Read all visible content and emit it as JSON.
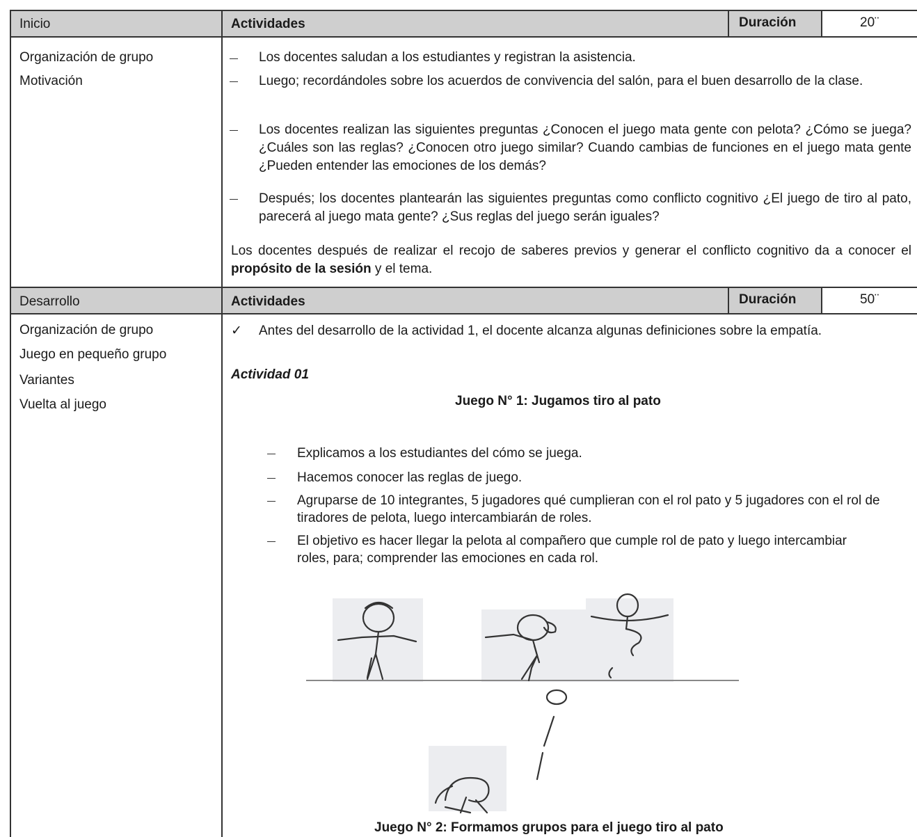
{
  "inicio": {
    "phase": "Inicio",
    "activities_label": "Actividades",
    "duration_label": "Duración",
    "duration_value": "20¨",
    "left_items": [
      "Organización de grupo",
      "Motivación"
    ],
    "bullets": [
      "Los docentes saludan a los estudiantes y registran la asistencia.",
      "Luego; recordándoles sobre los acuerdos de convivencia del salón, para el buen desarrollo de la clase.",
      "Los docentes realizan las siguientes preguntas ¿Conocen el juego mata gente con pelota? ¿Cómo se juega? ¿Cuáles son las reglas? ¿Conocen otro juego similar? Cuando cambias de funciones en el juego mata gente ¿Pueden entender las emociones de los demás?",
      "Después; los docentes plantearán las siguientes preguntas como conflicto cognitivo ¿El juego de tiro al pato, parecerá al juego mata gente? ¿Sus reglas del juego serán iguales?"
    ],
    "closing_before": "Los docentes después de realizar el recojo de saberes previos y generar el conflicto cognitivo da a conocer el ",
    "closing_bold": "propósito de la sesión",
    "closing_after": " y el tema."
  },
  "desarrollo": {
    "phase": "Desarrollo",
    "activities_label": "Actividades",
    "duration_label": "Duración",
    "duration_value": "50¨",
    "left_items": [
      "Organización de grupo",
      "Juego en pequeño grupo",
      "Variantes",
      "Vuelta al juego"
    ],
    "check_item": "Antes del desarrollo de la actividad 1, el docente alcanza algunas definiciones sobre la empatía.",
    "activity_title": "Actividad 01",
    "game1_title": "Juego N° 1: Jugamos tiro al pato",
    "game1_bullets": [
      "Explicamos a los estudiantes del cómo se juega.",
      "Hacemos conocer las reglas de juego.",
      "Agruparse de 10 integrantes, 5 jugadores qué cumplieran con el rol pato y 5 jugadores con el rol de tiradores de pelota, luego intercambiarán de roles.",
      "El objetivo es hacer llegar la pelota al compañero que cumple rol de pato y luego intercambiar roles, para; comprender las emociones en cada rol."
    ],
    "game2_title": "Juego N° 2: Formamos grupos para el juego tiro al pato"
  }
}
